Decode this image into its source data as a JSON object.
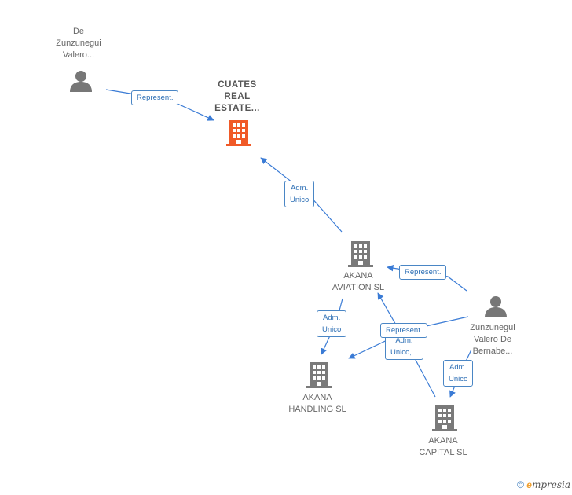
{
  "nodes": {
    "person1": {
      "lines": [
        "De",
        "Zunzunegui",
        "Valero..."
      ]
    },
    "cuates": {
      "lines": [
        "CUATES",
        "REAL",
        "ESTATE..."
      ]
    },
    "aviation": {
      "lines": [
        "AKANA",
        "AVIATION  SL"
      ]
    },
    "person2": {
      "lines": [
        "Zunzunegui",
        "Valero De",
        "Bernabe..."
      ]
    },
    "handling": {
      "lines": [
        "AKANA",
        "HANDLING  SL"
      ]
    },
    "capital": {
      "lines": [
        "AKANA",
        "CAPITAL  SL"
      ]
    }
  },
  "edges": {
    "represent1": {
      "line1": "Represent."
    },
    "adm1": {
      "line1": "Adm.",
      "line2": "Unico"
    },
    "represent2": {
      "line1": "Represent."
    },
    "adm2": {
      "line1": "Adm.",
      "line2": "Unico"
    },
    "represent3": {
      "line1": "Represent."
    },
    "adm3": {
      "line1": "Adm.",
      "line2": "Unico,..."
    },
    "adm4": {
      "line1": "Adm.",
      "line2": "Unico"
    }
  },
  "footer": {
    "copyright": "©",
    "brand_initial": "e",
    "brand_rest": "mpresia"
  },
  "colors": {
    "edge": "#3a7bd5",
    "company_main": "#f05a28",
    "company": "#7a7a7a",
    "person": "#777777"
  }
}
